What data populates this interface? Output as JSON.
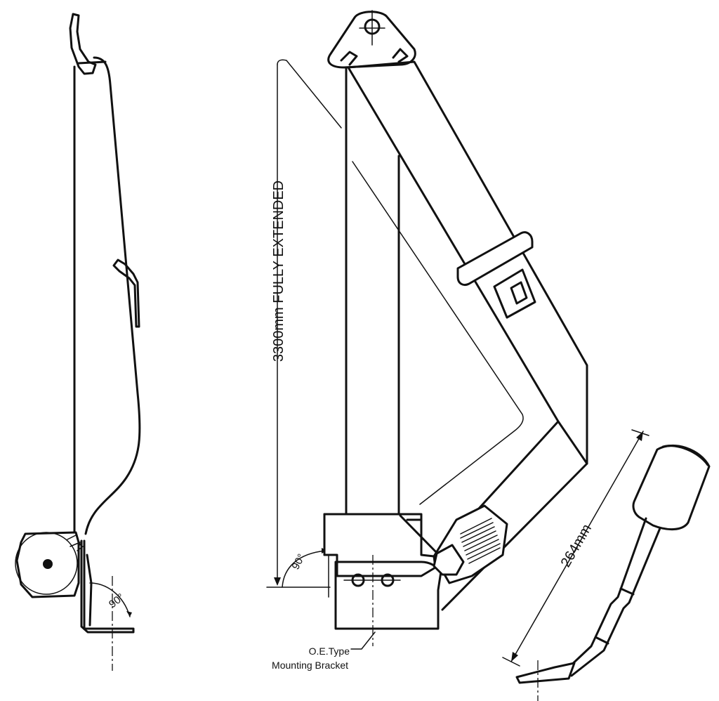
{
  "labels": {
    "extension_dimension": "3300mm FULLY EXTENDED",
    "buckle_length": "264mm",
    "angle_left": "90°",
    "angle_center": "90°",
    "bracket_line1": "O.E.Type",
    "bracket_line2": "Mounting Bracket"
  },
  "colors": {
    "line": "#111111",
    "background": "#ffffff"
  }
}
